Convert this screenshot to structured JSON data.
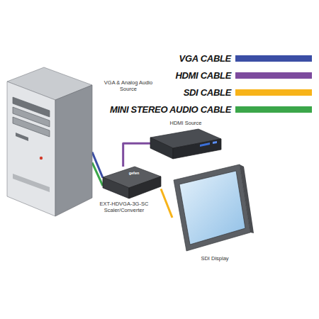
{
  "diagram": {
    "nodes": [
      {
        "text": [
          "VGA & Analog Audio Source"
        ]
      },
      {
        "text": [
          "HDMI Source"
        ]
      },
      {
        "text": [
          "gefen",
          "EXT-HDVGA-3G-SC Scaler/Converter"
        ]
      },
      {
        "text": [
          "SDI Display"
        ]
      }
    ],
    "edges": [
      {
        "from": 0,
        "to": 2,
        "arrow": "none"
      },
      {
        "from": 0,
        "to": 2,
        "arrow": "none"
      },
      {
        "from": 1,
        "to": 2,
        "arrow": "none"
      },
      {
        "from": 2,
        "to": 3,
        "arrow": "none"
      }
    ],
    "legend": [
      {
        "text": "VGA CABLE",
        "color": "#3b4ea5"
      },
      {
        "text": "HDMI CABLE",
        "color": "#7d4b9e"
      },
      {
        "text": "SDI CABLE",
        "color": "#f7b319"
      },
      {
        "text": "MINI STEREO AUDIO CABLE",
        "color": "#3ba64a"
      }
    ]
  }
}
